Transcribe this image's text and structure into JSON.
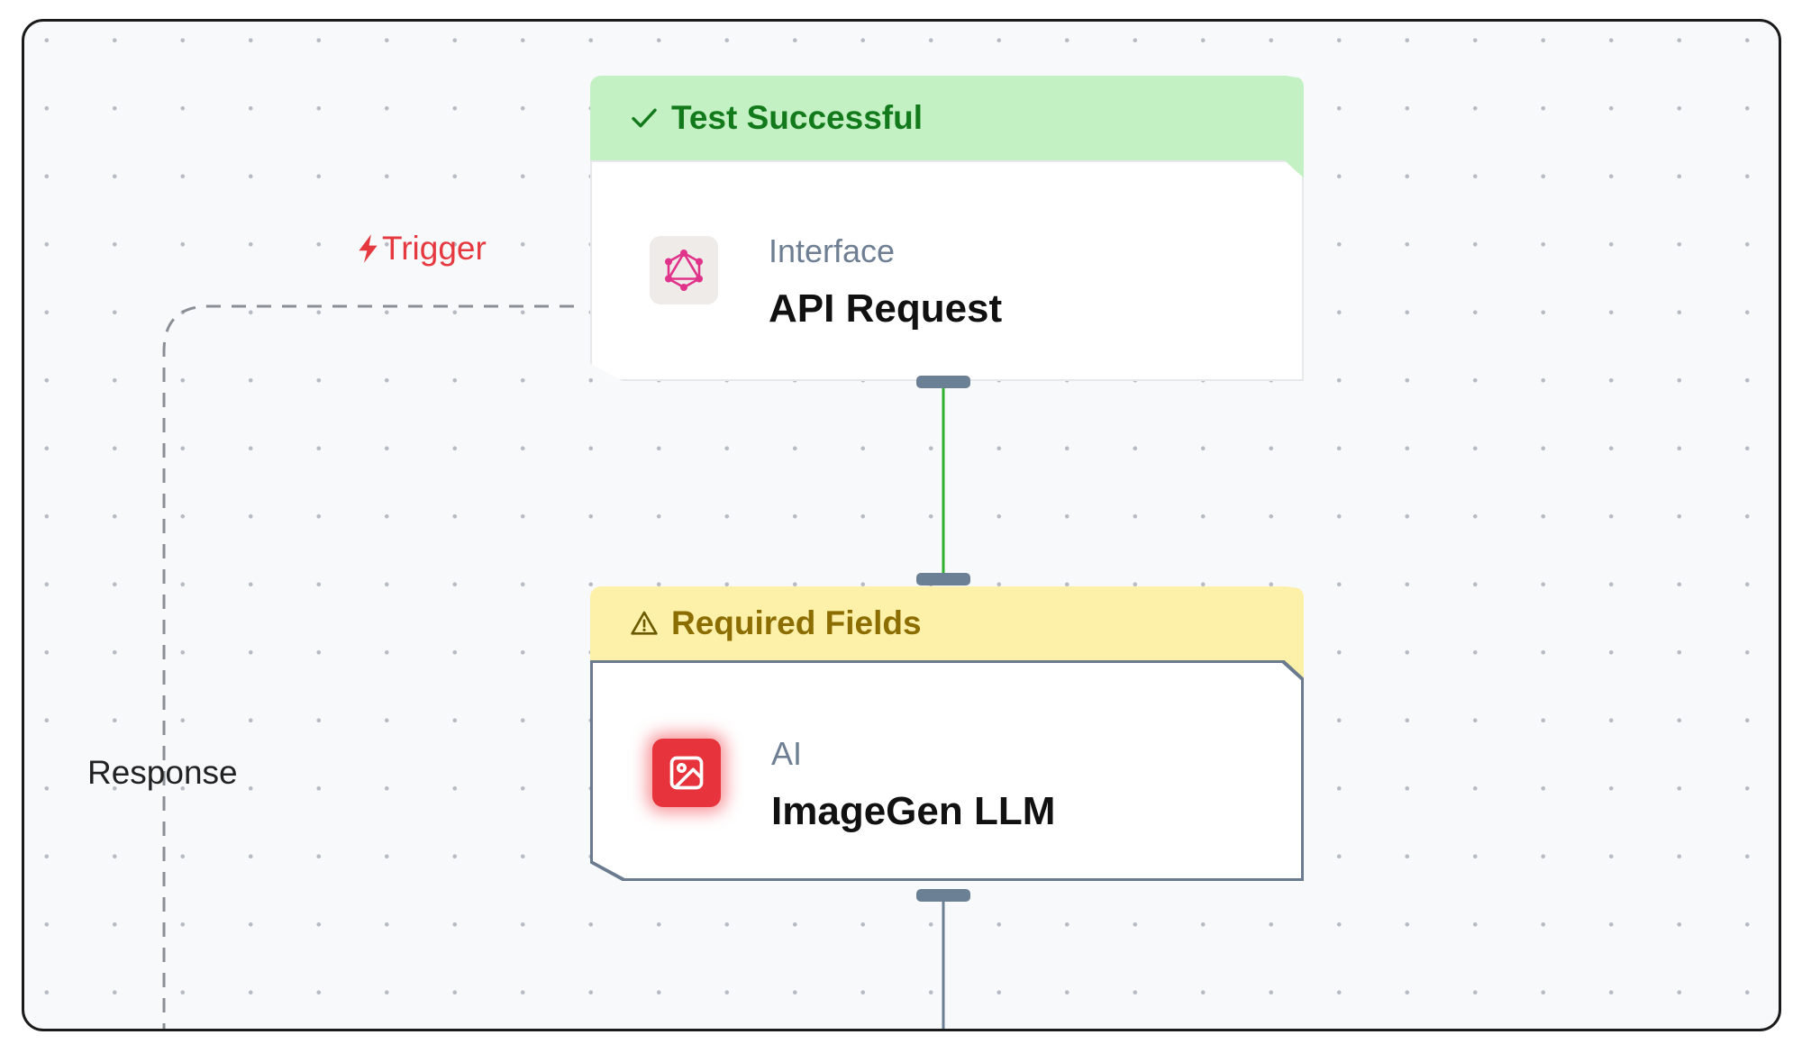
{
  "edges": {
    "trigger_label": "Trigger",
    "response_label": "Response",
    "connector_color": "#2fb02f",
    "dashed_color": "#8a8f96"
  },
  "nodes": [
    {
      "status": "Test Successful",
      "status_icon": "check-icon",
      "category": "Interface",
      "title": "API Request",
      "icon": "graphql-icon"
    },
    {
      "status": "Required Fields",
      "status_icon": "warning-icon",
      "category": "AI",
      "title": "ImageGen LLM",
      "icon": "image-icon"
    }
  ]
}
